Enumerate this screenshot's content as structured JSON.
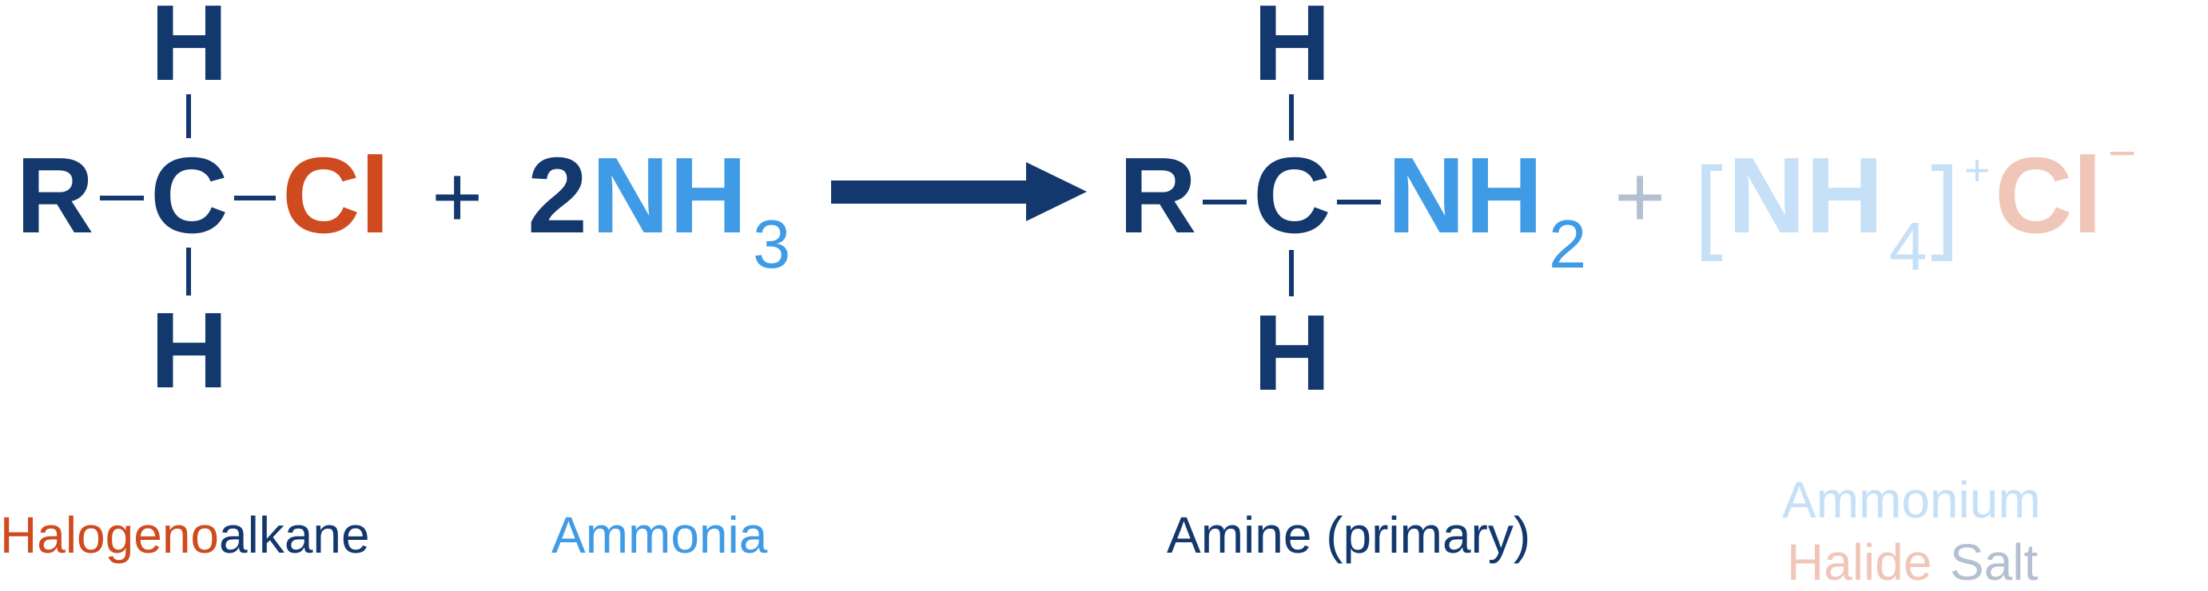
{
  "colors": {
    "navy": "#12386e",
    "orange": "#d04a1f",
    "blue": "#3f9be6",
    "faded_blue": "#c5e0f7",
    "faded_orange": "#f0c6b9",
    "faded_gray": "#b4c0d2"
  },
  "reactant1": {
    "r": "R",
    "c": "C",
    "h_top": "H",
    "h_bottom": "H",
    "halogen": "Cl"
  },
  "plus1": "+",
  "reactant2": {
    "coefficient": "2",
    "formula": "NH",
    "subscript": "3"
  },
  "arrow_icon": "reaction-arrow",
  "product1": {
    "r": "R",
    "c": "C",
    "h_top": "H",
    "h_bottom": "H",
    "group": "NH",
    "subscript": "2"
  },
  "plus2": "+",
  "product2": {
    "open_bracket": "[",
    "formula": "NH",
    "subscript": "4",
    "close_bracket": "]",
    "charge_pos": "+",
    "anion": "Cl",
    "charge_neg": "−"
  },
  "labels": {
    "halogenoalkane_part1": "Halogeno",
    "halogenoalkane_part2": "alkane",
    "ammonia": "Ammonia",
    "amine": "Amine (primary)",
    "ammonium": "Ammonium",
    "halide": "Halide",
    "salt": "Salt"
  }
}
